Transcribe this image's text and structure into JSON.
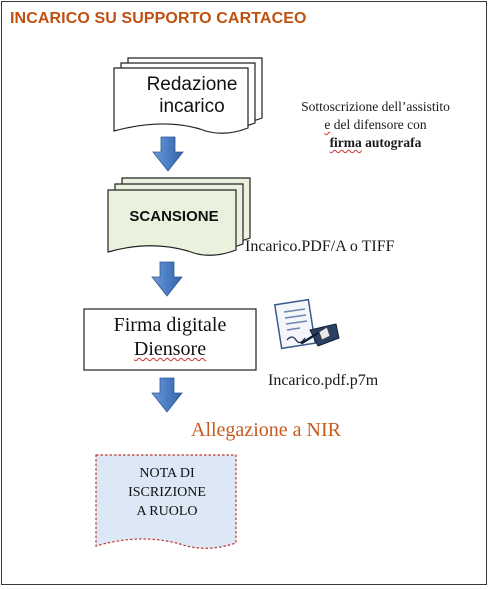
{
  "title": "INCARICO SU SUPPORTO CARTACEO",
  "steps": {
    "redazione": {
      "line1": "Redazione",
      "line2": "incarico"
    },
    "scansione": {
      "label": "SCANSIONE"
    },
    "firma": {
      "line1": "Firma digitale",
      "line2": "Diensore"
    },
    "nota": {
      "line1": "NOTA DI",
      "line2": "ISCRIZIONE",
      "line3": "A RUOLO"
    }
  },
  "captions": {
    "sottoscrizione": {
      "line1": "Sottoscrizione dell’assistito",
      "line2a": "e",
      "line2b": " del difensore con",
      "line3a": "firma",
      "line3b": " autografa"
    },
    "pdf": "Incarico.PDF/A o TIFF",
    "p7m": "Incarico.pdf.p7m",
    "allegazione": "Allegazione a NIR"
  },
  "icons": [
    "down-arrow-icon",
    "signing-hand-document-icon"
  ],
  "colors": {
    "title": "#c0500f",
    "allegazione": "#c65a1e",
    "arrow": "#4a7ec4",
    "scan_fill": "#eaf1dd",
    "nota_fill": "#dce8f5"
  }
}
